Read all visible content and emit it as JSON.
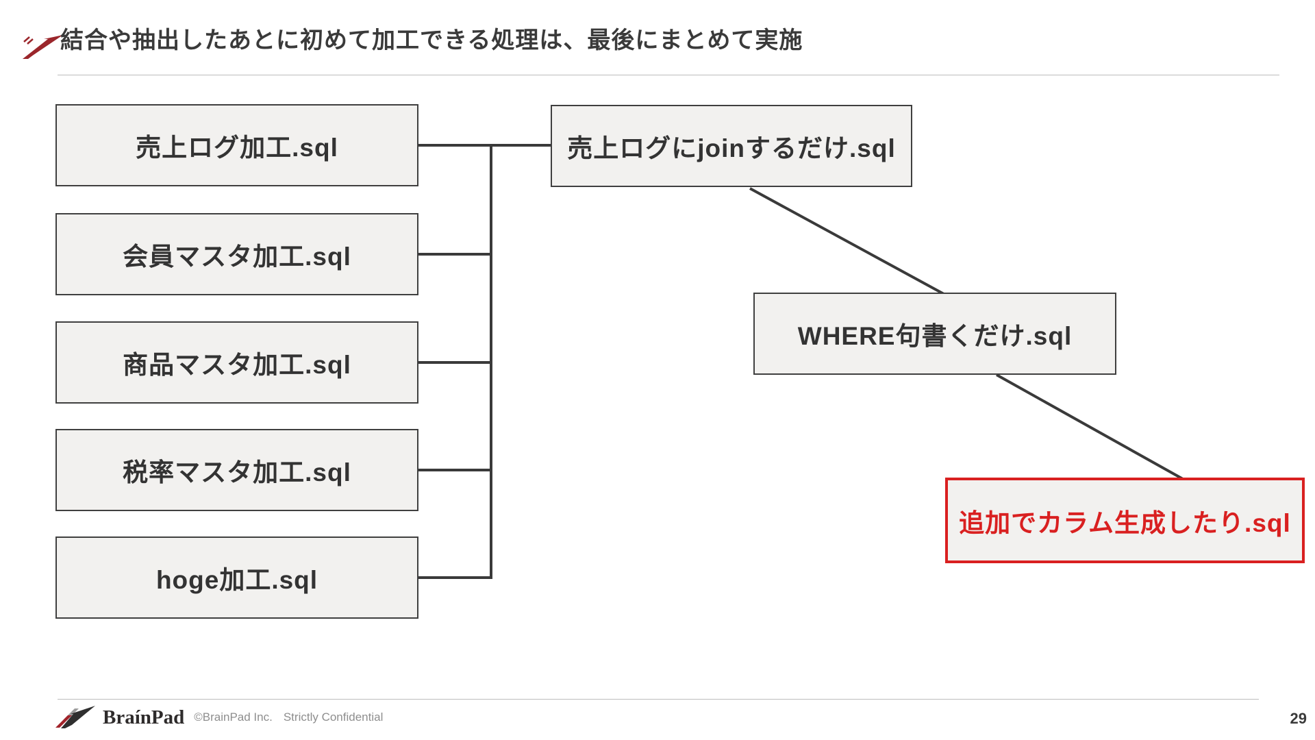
{
  "title": {
    "text": "結合や抽出したあとに初めて加工できる処理は、最後にまとめて実施"
  },
  "diagram": {
    "source_nodes": [
      {
        "label": "売上ログ加工.sql"
      },
      {
        "label": "会員マスタ加工.sql"
      },
      {
        "label": "商品マスタ加工.sql"
      },
      {
        "label": "税率マスタ加工.sql"
      },
      {
        "label": "hoge加工.sql"
      }
    ],
    "join_node": {
      "label": "売上ログにjoinするだけ.sql"
    },
    "where_node": {
      "label": "WHERE句書くだけ.sql"
    },
    "highlight_node": {
      "label": "追加でカラム生成したり.sql"
    }
  },
  "icons": {
    "title_marker": "brand-arrow",
    "footer_logo": "brainpad-logo-arrow"
  },
  "colors": {
    "highlight_red": "#d92020",
    "brand_crimson": "#9b262b",
    "connector_line": "#3a3a3a",
    "box_fill": "#f2f1ef",
    "box_border": "#3f3f3f",
    "title_text": "#3a3a3a",
    "muted_text": "#8e8e8e",
    "rule_gray": "#bcbcbc"
  },
  "footer": {
    "logo_text": "BraínPad",
    "copyright": "©BrainPad Inc.",
    "confidential": "Strictly Confidential",
    "page_number": "29"
  }
}
